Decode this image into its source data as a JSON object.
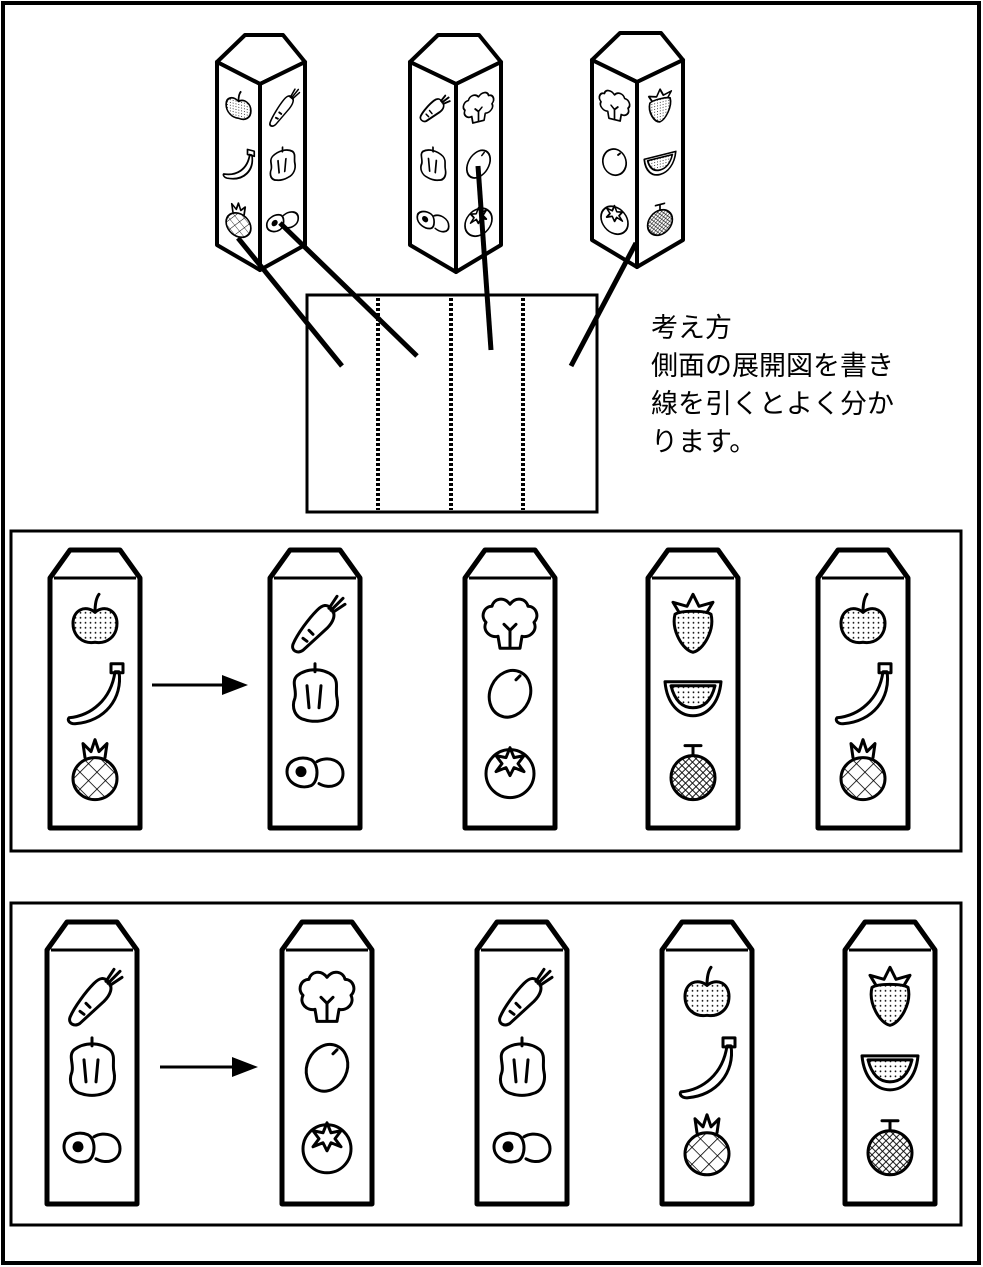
{
  "hint": {
    "title": "考え方",
    "lines": [
      "側面の展開図を書き",
      "線を引くとよく分か",
      "ります。"
    ]
  },
  "fruits": [
    "apple",
    "banana",
    "pineapple",
    "carrot",
    "bell-pepper",
    "onion",
    "cabbage",
    "grape",
    "tomato",
    "strawberry",
    "watermelon",
    "melon"
  ],
  "prisms": [
    {
      "name": "prism-1",
      "front": [
        "apple",
        "banana",
        "pineapple"
      ],
      "side": [
        "carrot",
        "bell-pepper",
        "onion"
      ]
    },
    {
      "name": "prism-2",
      "front": [
        "carrot",
        "bell-pepper",
        "onion"
      ],
      "side": [
        "cabbage",
        "grape",
        "tomato"
      ]
    },
    {
      "name": "prism-3",
      "front": [
        "cabbage",
        "grape",
        "tomato"
      ],
      "side": [
        "strawberry",
        "watermelon",
        "melon"
      ]
    }
  ],
  "rows": [
    {
      "name": "row-1",
      "columns": [
        [
          "apple",
          "banana",
          "pineapple"
        ],
        [
          "carrot",
          "bell-pepper",
          "onion"
        ],
        [
          "cabbage",
          "grape",
          "tomato"
        ],
        [
          "strawberry",
          "watermelon",
          "melon"
        ],
        [
          "apple",
          "banana",
          "pineapple"
        ]
      ]
    },
    {
      "name": "row-2",
      "columns": [
        [
          "carrot",
          "bell-pepper",
          "onion"
        ],
        [
          "cabbage",
          "grape",
          "tomato"
        ],
        [
          "carrot",
          "bell-pepper",
          "onion"
        ],
        [
          "apple",
          "banana",
          "pineapple"
        ],
        [
          "strawberry",
          "watermelon",
          "melon"
        ]
      ]
    }
  ]
}
